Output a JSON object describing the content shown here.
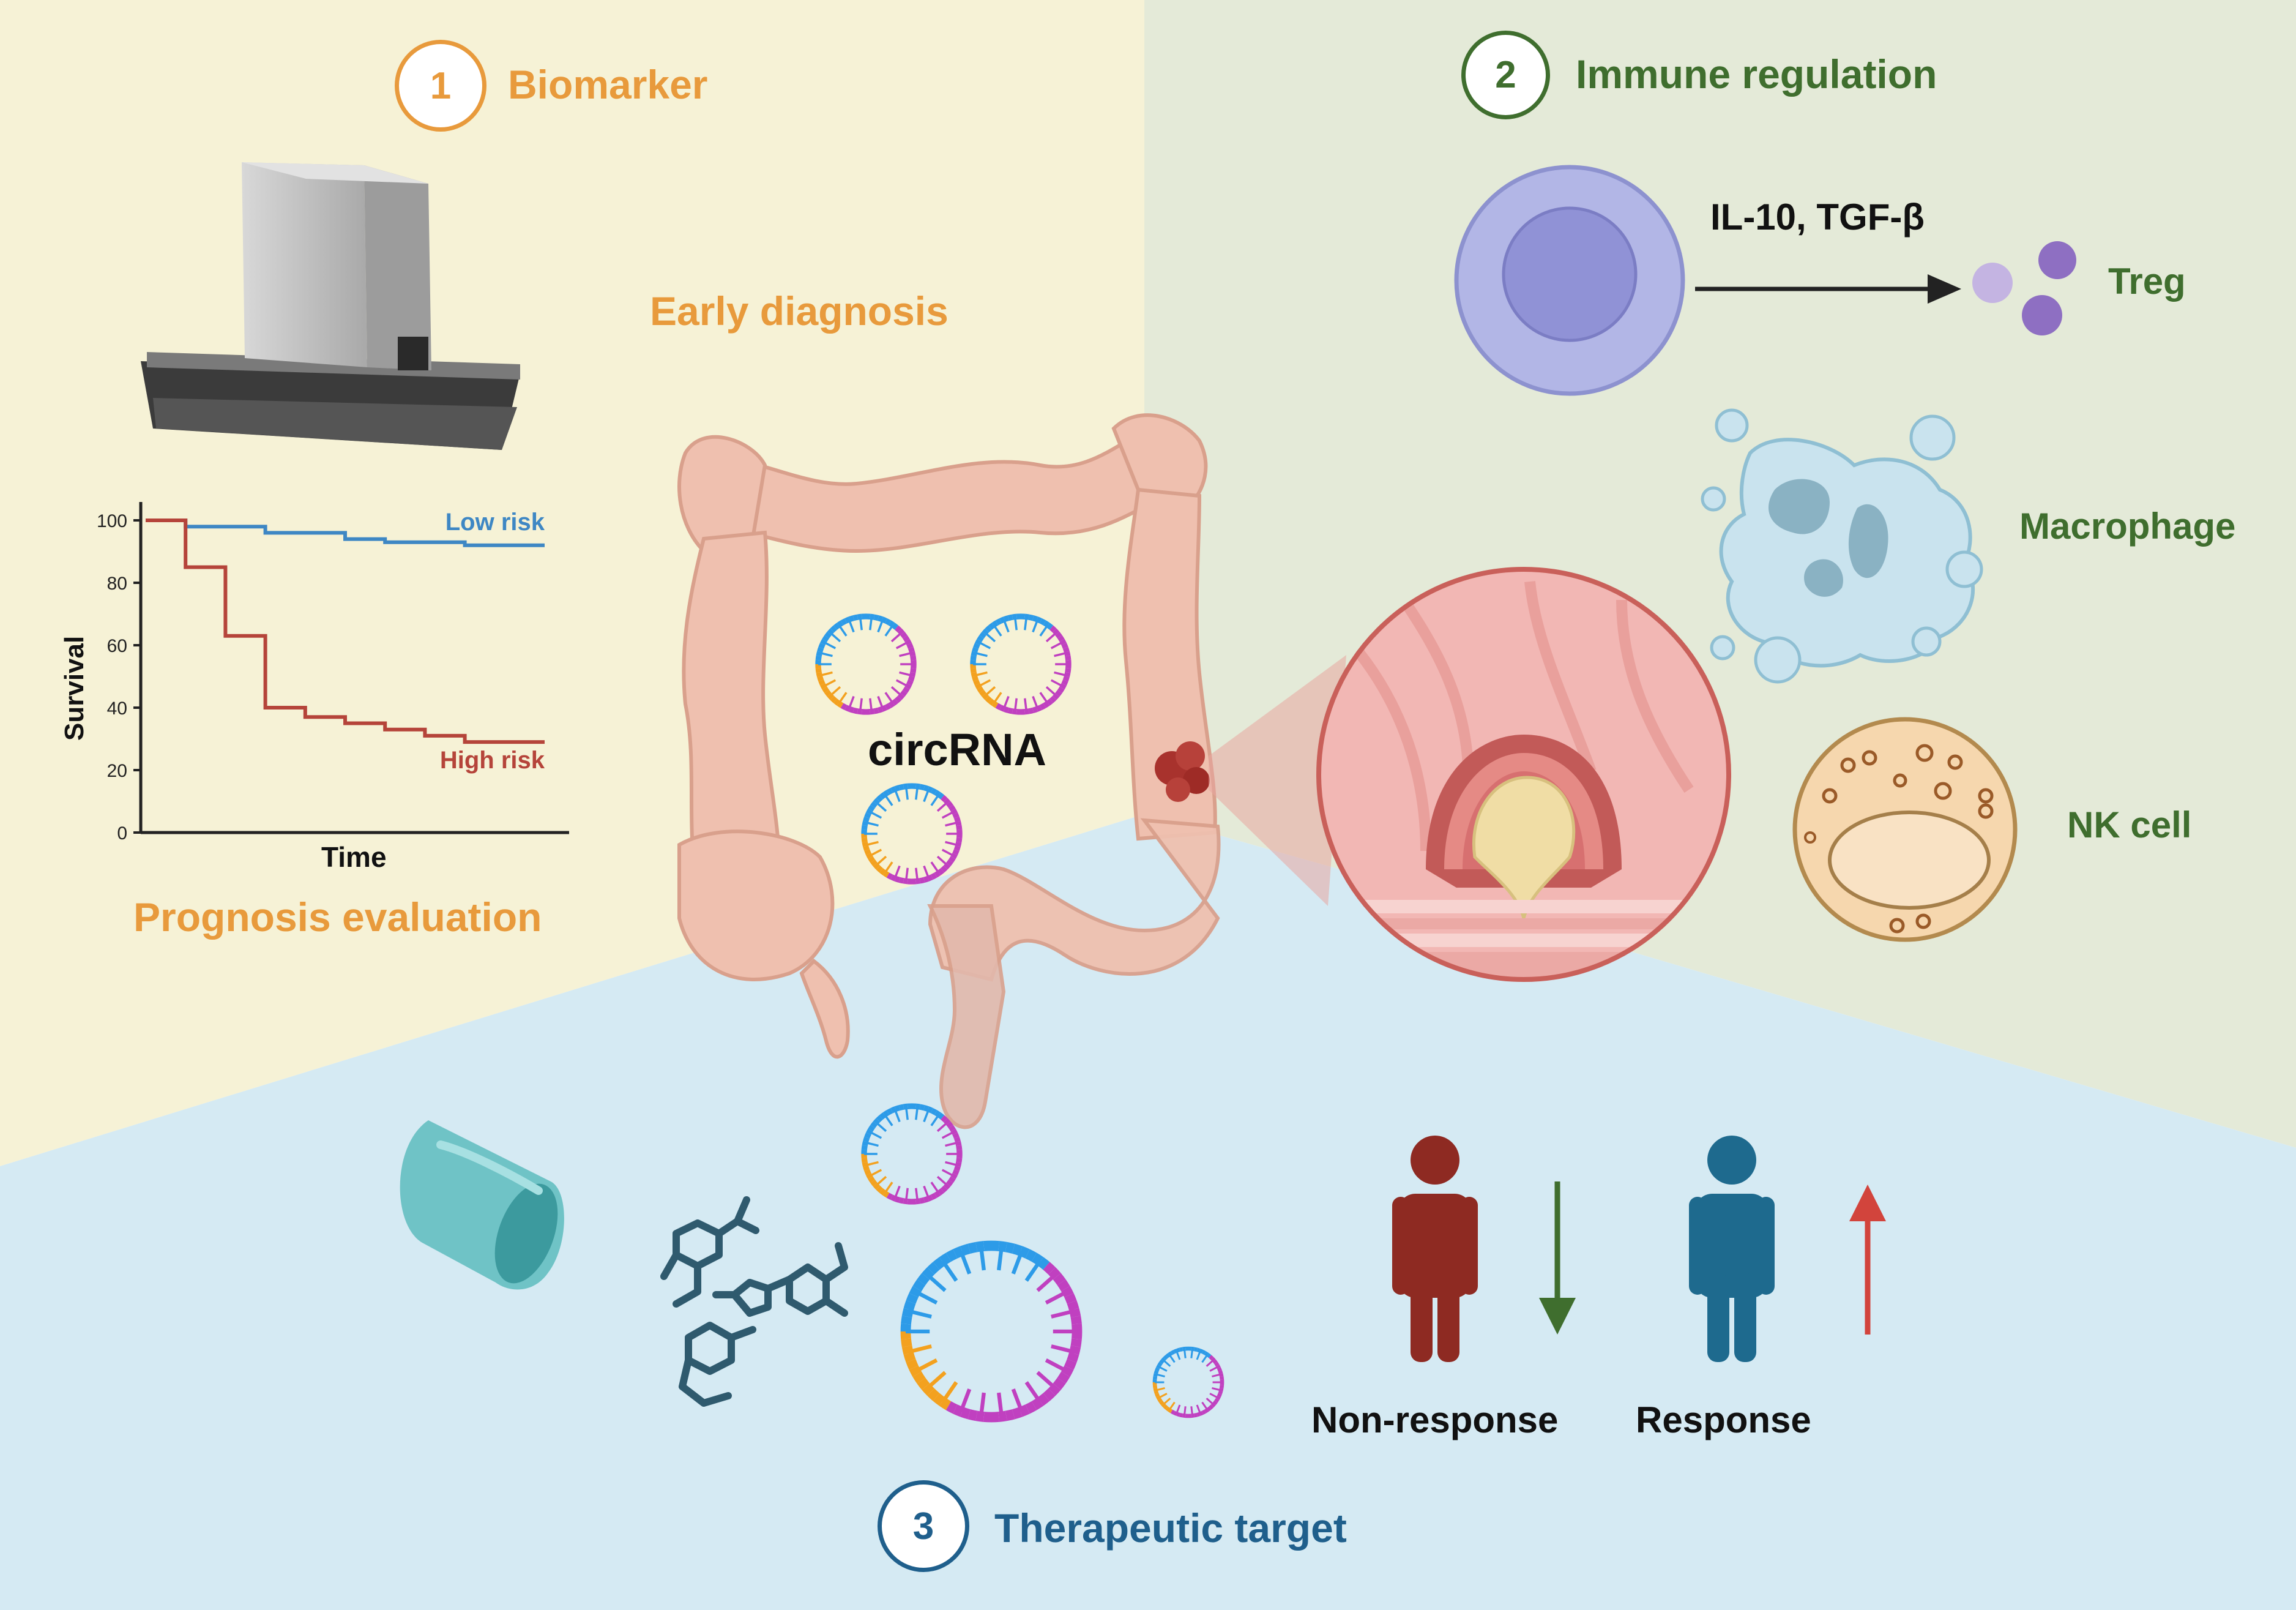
{
  "sections": {
    "biomarker": {
      "number": "1",
      "title": "Biomarker",
      "early_diagnosis": "Early diagnosis",
      "prognosis": "Prognosis evaluation"
    },
    "immune": {
      "number": "2",
      "title": "Immune regulation",
      "cytokines": "IL-10, TGF-β",
      "treg": "Treg",
      "macrophage": "Macrophage",
      "nk": "NK cell"
    },
    "therapeutic": {
      "number": "3",
      "title": "Therapeutic target",
      "non_response": "Non-response",
      "response": "Response"
    },
    "center": {
      "circrna": "circRNA"
    }
  },
  "colors": {
    "biomarker_bg": "#F6F2D6",
    "immune_bg": "#E4EAD8",
    "therapeutic_bg": "#D5EAF3",
    "orange": "#E89A3C",
    "green": "#3F6E2E",
    "blue": "#1F5F8C",
    "high_risk": "#B5443A",
    "low_risk": "#3E87C4",
    "non_response_person": "#8E2A22",
    "response_person": "#1E6A8E",
    "down_arrow": "#3F6E2E",
    "up_arrow": "#D2443C"
  },
  "chart_data": {
    "type": "line",
    "title": "",
    "xlabel": "Time",
    "ylabel": "Survival",
    "ylim": [
      0,
      100
    ],
    "yticks": [
      "0",
      "20",
      "40",
      "60",
      "80",
      "100"
    ],
    "grid": false,
    "x": [
      0,
      1,
      2,
      3,
      4,
      5,
      6,
      7,
      8,
      9,
      10
    ],
    "series": [
      {
        "name": "Low risk",
        "color": "#3E87C4",
        "values": [
          100,
          98,
          98,
          96,
          96,
          94,
          93,
          93,
          92,
          92,
          92
        ]
      },
      {
        "name": "High risk",
        "color": "#B5443A",
        "values": [
          100,
          85,
          63,
          40,
          37,
          35,
          33,
          31,
          29,
          29,
          29
        ]
      }
    ]
  }
}
